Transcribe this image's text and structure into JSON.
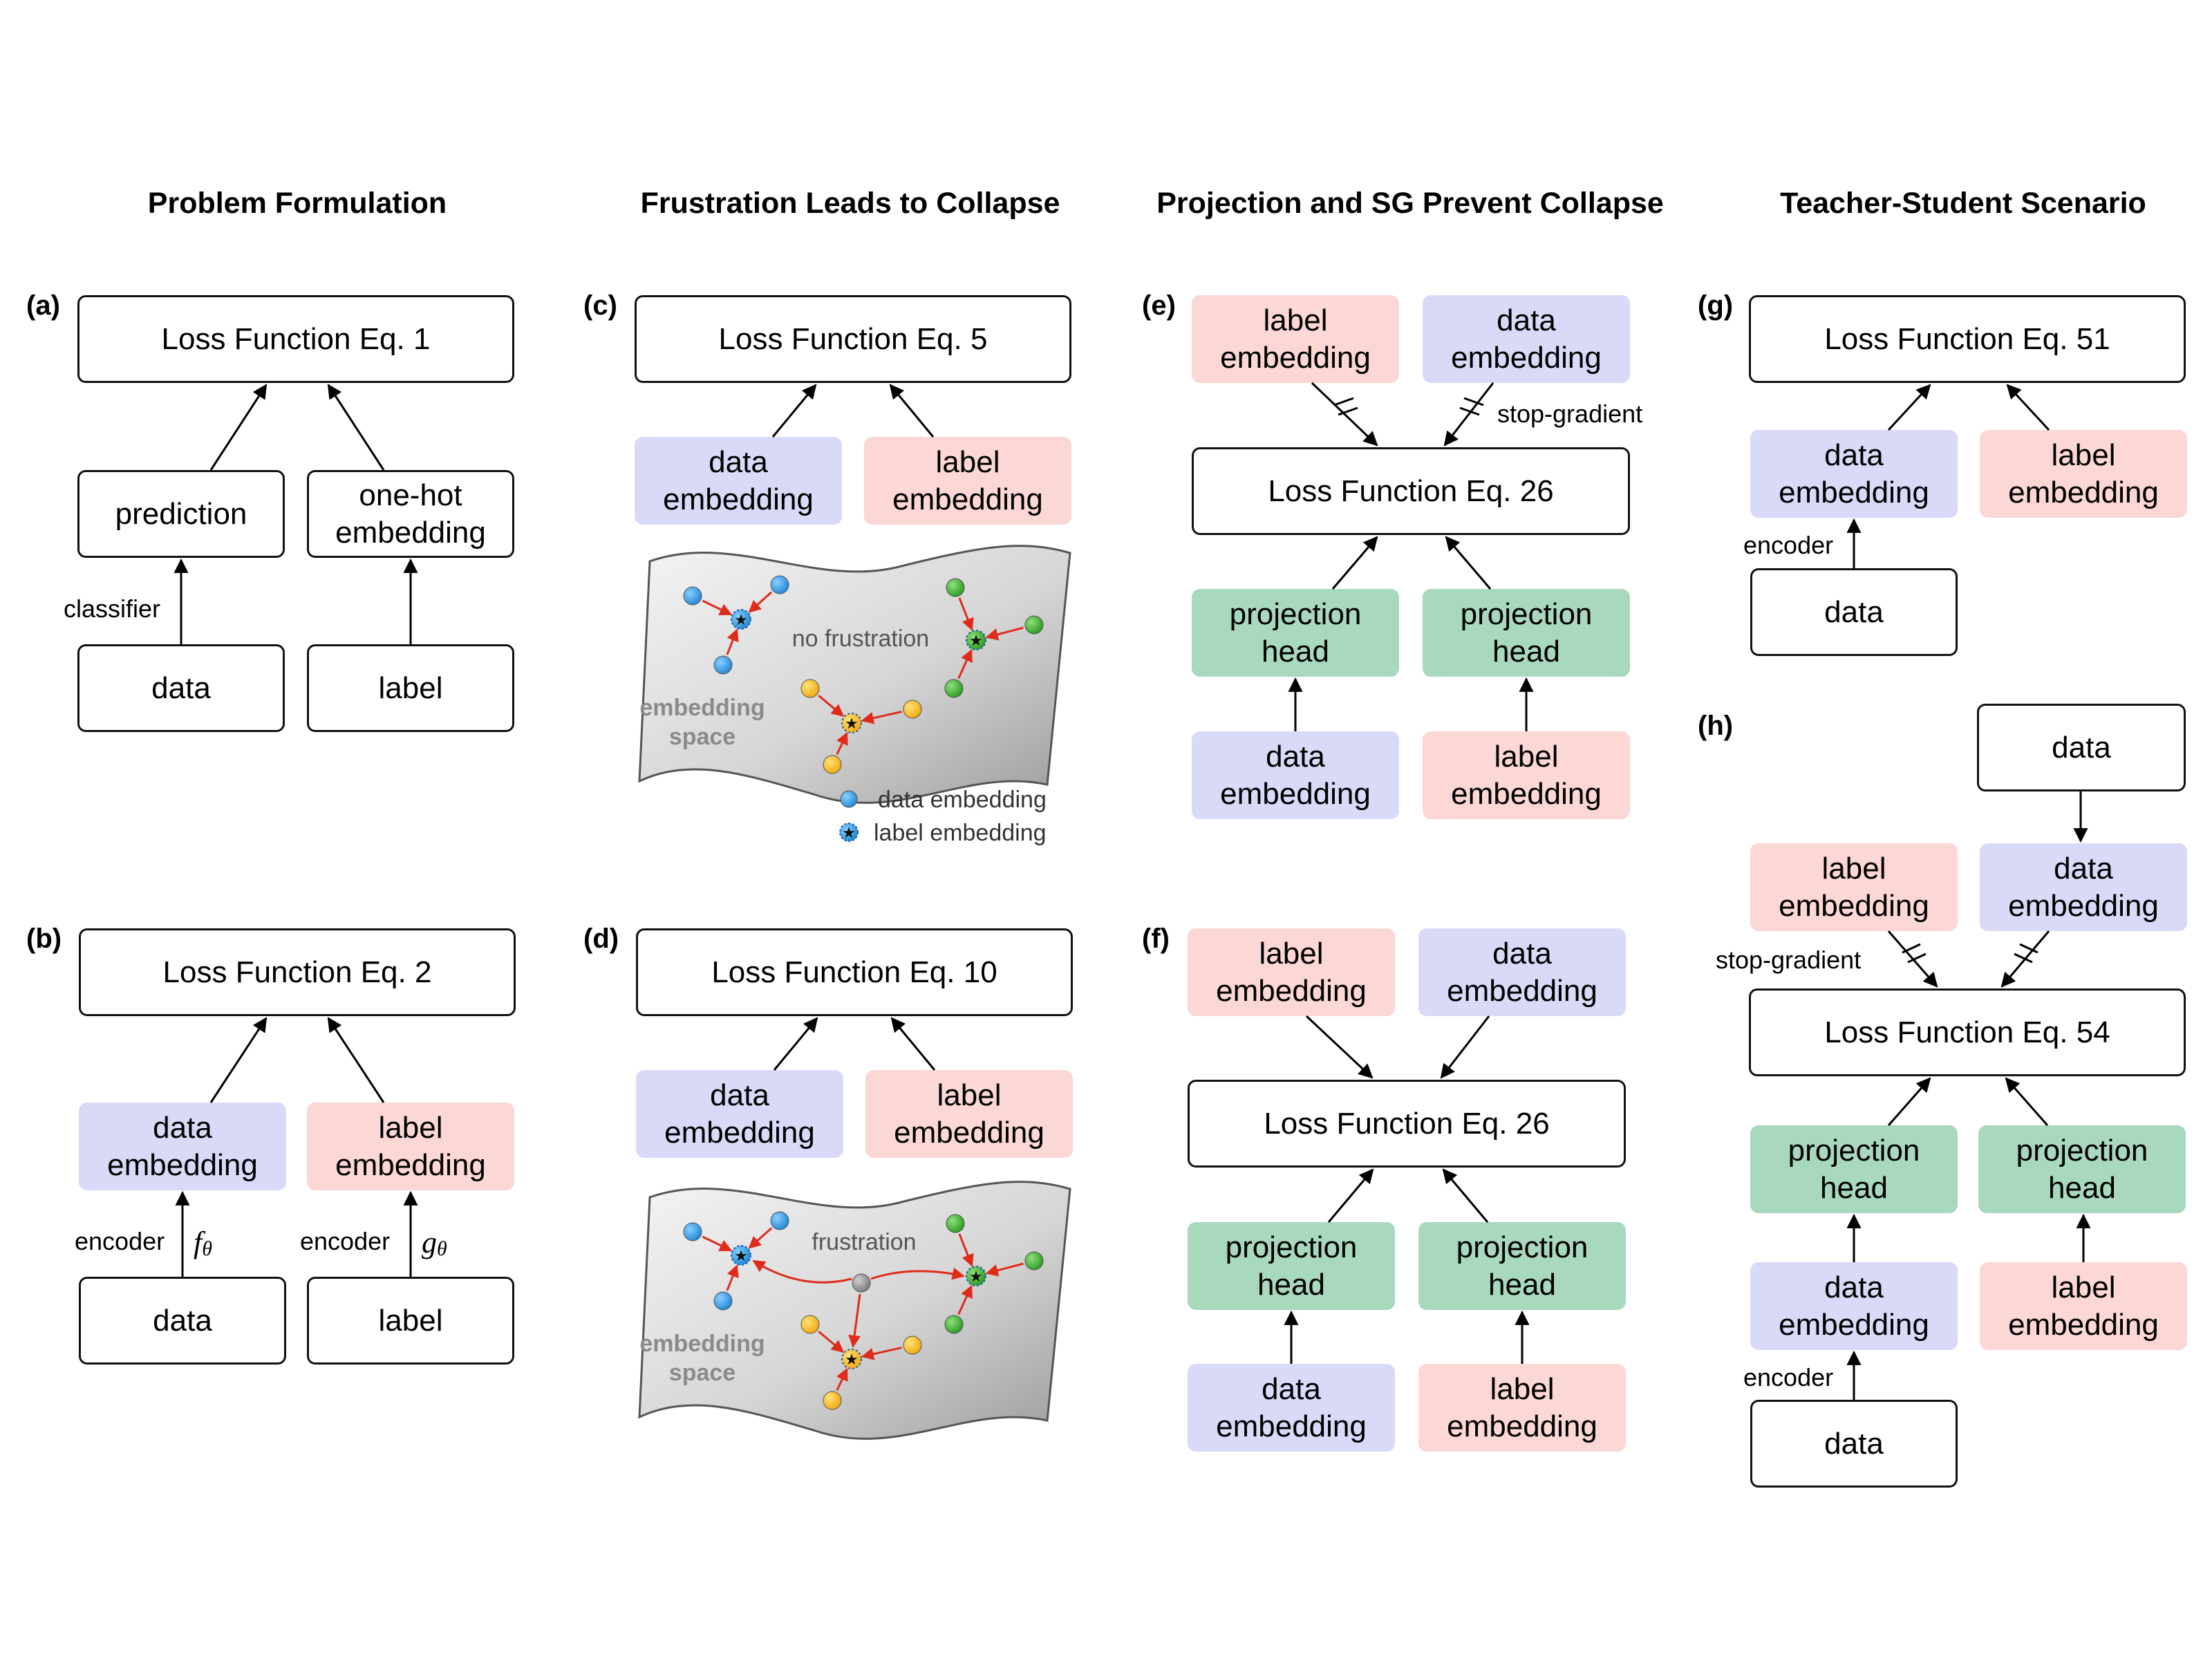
{
  "columns": {
    "col1": "Problem Formulation",
    "col2": "Frustration Leads to Collapse",
    "col3": "Projection and SG Prevent Collapse",
    "col4": "Teacher-Student Scenario"
  },
  "panels": {
    "a": {
      "tag": "(a)",
      "loss": "Loss Function Eq. 1",
      "prediction": "prediction",
      "onehot": "one-hot\nembedding",
      "data": "data",
      "label": "label",
      "classifier": "classifier"
    },
    "b": {
      "tag": "(b)",
      "loss": "Loss Function Eq. 2",
      "data_emb": "data\nembedding",
      "label_emb": "label\nembedding",
      "encoder1": "encoder",
      "encoder2": "encoder",
      "f_sym": "f",
      "g_sym": "g",
      "theta": "θ",
      "data": "data",
      "label": "label"
    },
    "c": {
      "tag": "(c)",
      "loss": "Loss Function Eq. 5",
      "data_emb": "data\nembedding",
      "label_emb": "label\nembedding",
      "space_note": "no frustration",
      "space_label": "embedding\nspace",
      "legend_data": "data embedding",
      "legend_label": "label embedding"
    },
    "d": {
      "tag": "(d)",
      "loss": "Loss Function Eq. 10",
      "data_emb": "data\nembedding",
      "label_emb": "label\nembedding",
      "space_note": "frustration",
      "space_label": "embedding\nspace"
    },
    "e": {
      "tag": "(e)",
      "label_emb_top": "label\nembedding",
      "data_emb_top": "data\nembedding",
      "stop_gradient": "stop-gradient",
      "loss": "Loss Function Eq. 26",
      "proj1": "projection\nhead",
      "proj2": "projection\nhead",
      "data_emb_bottom": "data\nembedding",
      "label_emb_bottom": "label\nembedding"
    },
    "f": {
      "tag": "(f)",
      "label_emb_top": "label\nembedding",
      "data_emb_top": "data\nembedding",
      "loss": "Loss Function Eq. 26",
      "proj1": "projection\nhead",
      "proj2": "projection\nhead",
      "data_emb_bottom": "data\nembedding",
      "label_emb_bottom": "label\nembedding"
    },
    "g": {
      "tag": "(g)",
      "loss": "Loss Function Eq. 51",
      "data_emb": "data\nembedding",
      "label_emb": "label\nembedding",
      "encoder": "encoder",
      "data": "data"
    },
    "h": {
      "tag": "(h)",
      "data_top": "data",
      "label_emb_top": "label\nembedding",
      "data_emb_top": "data\nembedding",
      "stop_gradient": "stop-gradient",
      "loss": "Loss Function Eq. 54",
      "proj1": "projection\nhead",
      "proj2": "projection\nhead",
      "data_emb": "data\nembedding",
      "label_emb": "label\nembedding",
      "encoder": "encoder",
      "data_bottom": "data"
    }
  },
  "colors": {
    "data_fill": "#d9daf8",
    "label_fill": "#fbd7d6",
    "projection_fill": "#a8d8bd",
    "data_point": "#3a9ee0",
    "class_green": "#3aae2e",
    "class_yellow": "#f5b921",
    "arrow_red": "#e02a1b",
    "neutral_point": "#8f8f8f"
  }
}
